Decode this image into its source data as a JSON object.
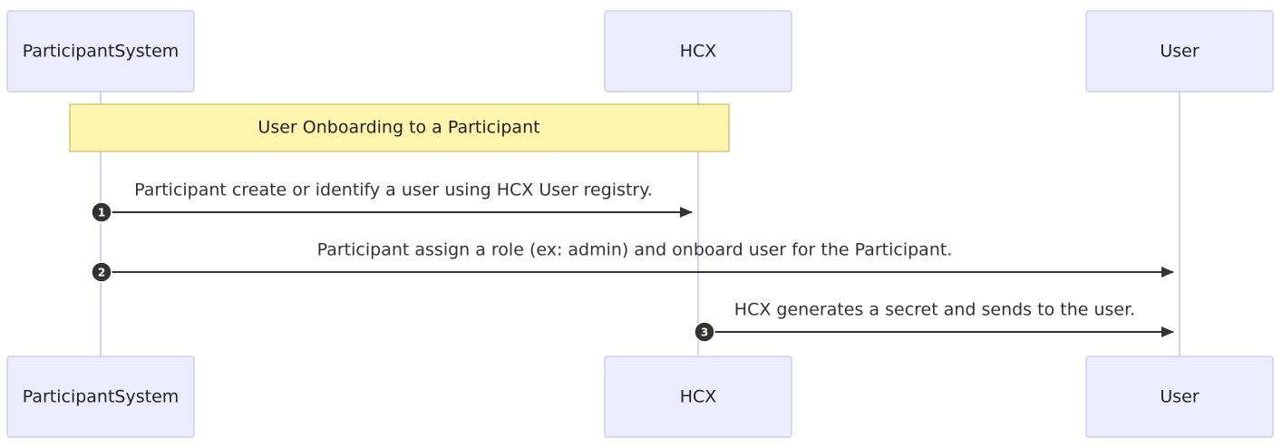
{
  "diagram": {
    "type": "sequence",
    "participants": [
      {
        "id": "ps",
        "label": "ParticipantSystem"
      },
      {
        "id": "hcx",
        "label": "HCX"
      },
      {
        "id": "user",
        "label": "User"
      }
    ],
    "note": {
      "text": "User Onboarding to a Participant",
      "over": [
        "ps",
        "hcx"
      ]
    },
    "messages": [
      {
        "seq": "1",
        "from": "ps",
        "to": "hcx",
        "text": "Participant create or identify a user using HCX User registry."
      },
      {
        "seq": "2",
        "from": "ps",
        "to": "user",
        "text": "Participant assign a role (ex: admin) and onboard user for the Participant."
      },
      {
        "seq": "3",
        "from": "hcx",
        "to": "user",
        "text": "HCX generates a secret and sends to the user."
      }
    ]
  },
  "colors": {
    "actor_fill": "#ececff",
    "actor_border": "#cfcfef",
    "lifeline": "#d8d2f2",
    "note_fill": "#fff5ad",
    "note_border": "#b8b04a",
    "arrow": "#333333"
  }
}
